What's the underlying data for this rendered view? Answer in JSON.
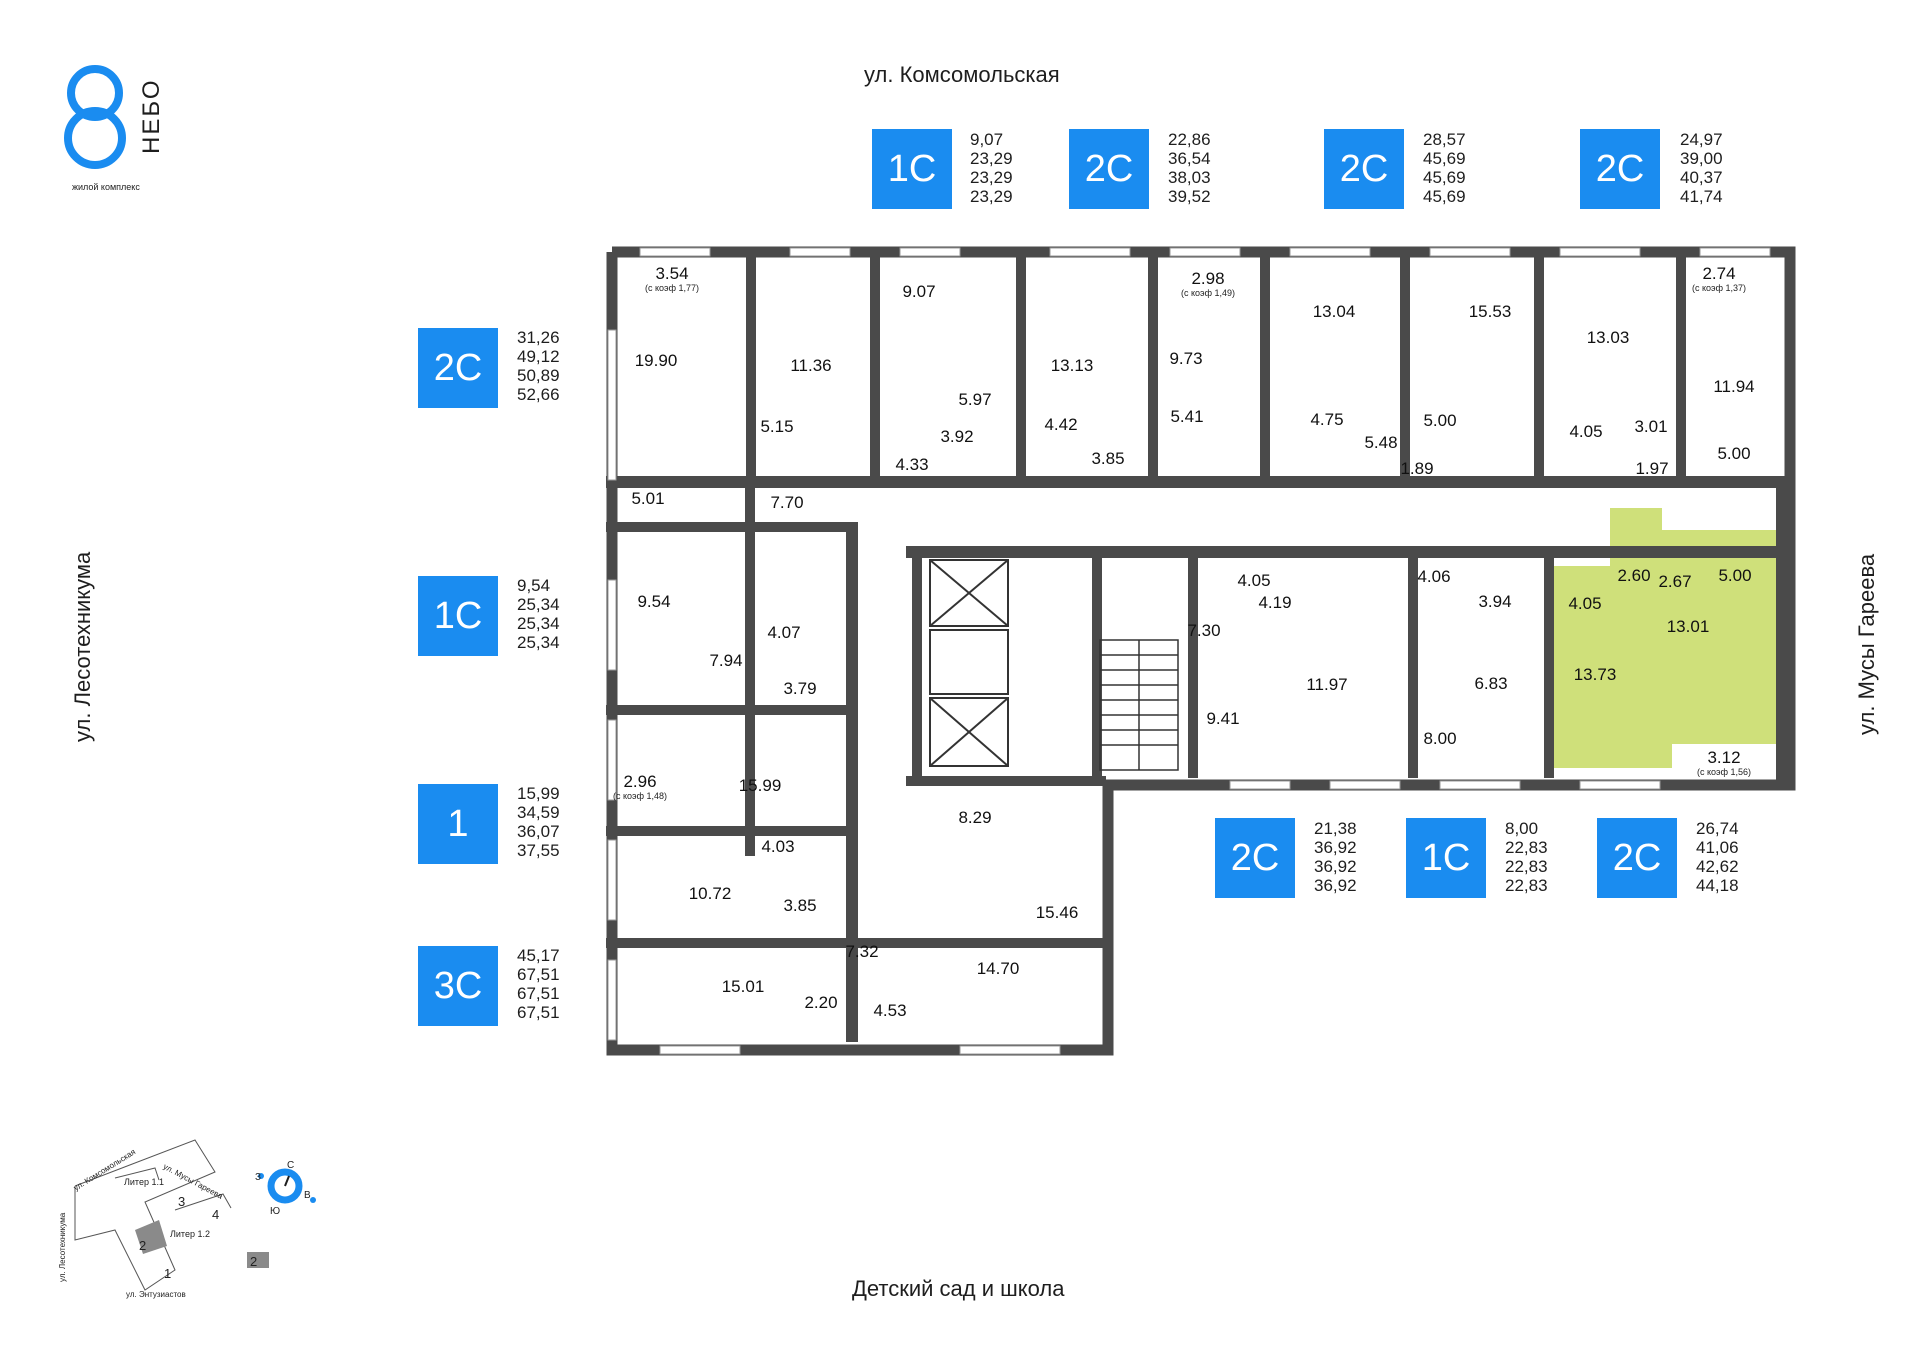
{
  "logo": {
    "number": "8",
    "name": "НЕБО",
    "subtitle": "жилой комплекс"
  },
  "streets": {
    "top": "ул. Комсомольская",
    "bottom": "Детский сад и школа",
    "left": "ул. Лесотехникума",
    "right": "ул. Мусы Гареева"
  },
  "units_top": [
    {
      "type": "1С",
      "areas": [
        "9,07",
        "23,29",
        "23,29",
        "23,29"
      ]
    },
    {
      "type": "2С",
      "areas": [
        "22,86",
        "36,54",
        "38,03",
        "39,52"
      ]
    },
    {
      "type": "2С",
      "areas": [
        "28,57",
        "45,69",
        "45,69",
        "45,69"
      ]
    },
    {
      "type": "2С",
      "areas": [
        "24,97",
        "39,00",
        "40,37",
        "41,74"
      ]
    }
  ],
  "units_left": [
    {
      "type": "2С",
      "areas": [
        "31,26",
        "49,12",
        "50,89",
        "52,66"
      ]
    },
    {
      "type": "1С",
      "areas": [
        "9,54",
        "25,34",
        "25,34",
        "25,34"
      ]
    },
    {
      "type": "1",
      "areas": [
        "15,99",
        "34,59",
        "36,07",
        "37,55"
      ]
    },
    {
      "type": "3С",
      "areas": [
        "45,17",
        "67,51",
        "67,51",
        "67,51"
      ]
    }
  ],
  "units_bottom": [
    {
      "type": "2С",
      "areas": [
        "21,38",
        "36,92",
        "36,92",
        "36,92"
      ]
    },
    {
      "type": "1С",
      "areas": [
        "8,00",
        "22,83",
        "22,83",
        "22,83"
      ]
    },
    {
      "type": "2С",
      "areas": [
        "26,74",
        "41,06",
        "42,62",
        "44,18"
      ]
    }
  ],
  "rooms": [
    "3.54",
    "19.90",
    "5.01",
    "11.36",
    "5.15",
    "7.70",
    "9.07",
    "5.97",
    "3.92",
    "4.33",
    "13.13",
    "4.42",
    "3.85",
    "2.98",
    "9.73",
    "5.41",
    "13.04",
    "4.75",
    "5.48",
    "15.53",
    "5.00",
    "1.89",
    "13.03",
    "4.05",
    "3.01",
    "1.97",
    "2.74",
    "11.94",
    "5.00",
    "9.54",
    "4.07",
    "7.94",
    "3.79",
    "2.96",
    "15.99",
    "4.03",
    "10.72",
    "3.85",
    "7.32",
    "15.01",
    "2.20",
    "4.53",
    "14.70",
    "8.29",
    "15.46",
    "4.05",
    "4.19",
    "7.30",
    "11.97",
    "9.41",
    "4.06",
    "3.94",
    "6.83",
    "8.00",
    "2.60",
    "2.67",
    "5.00",
    "4.05",
    "13.01",
    "13.73",
    "3.12"
  ],
  "coefs": [
    "(с коэф 1,77)",
    "(с коэф 1,49)",
    "(с коэф 1,37)",
    "(с коэф 1,48)",
    "(с коэф 1,56)"
  ],
  "minimap": {
    "street_top": "ул. Комсомольская",
    "street_right": "ул. Мусы Гареева",
    "street_left": "ул. Лесотехникума",
    "street_bottom": "ул. Энтузиастов",
    "litera_1": "Литер 1.1",
    "litera_2": "Литер 1.2",
    "sections": [
      "1",
      "2",
      "3",
      "4"
    ],
    "legend_number": "2",
    "compass": {
      "n": "С",
      "e": "В",
      "s": "Ю",
      "w": "З"
    }
  },
  "colors": {
    "accent": "#1a8cf0",
    "wall": "#4a4a4a",
    "highlight": "#cfe07a"
  }
}
